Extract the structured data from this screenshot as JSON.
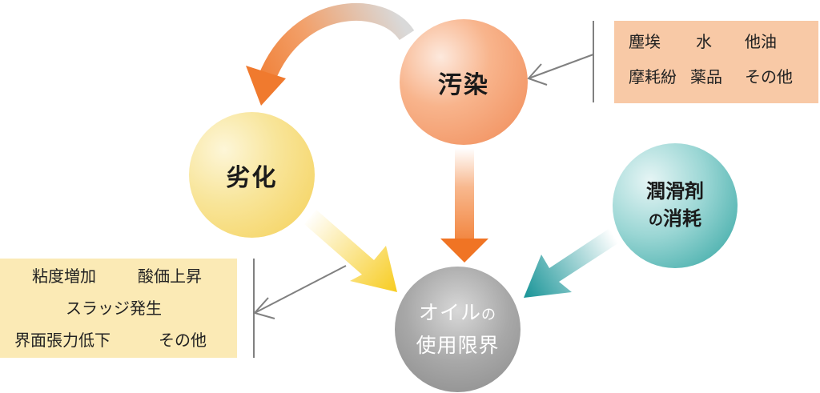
{
  "nodes": {
    "pollution": {
      "label": "汚染"
    },
    "degradation": {
      "label": "劣化"
    },
    "consumption": {
      "line1": "潤滑剤",
      "line2_small": "の",
      "line2_main": "消耗"
    },
    "limit": {
      "line1_main": "オイル",
      "line1_small": "の",
      "line2": "使用限界"
    }
  },
  "contaminants_box": {
    "row1": [
      "塵埃",
      "水",
      "他油"
    ],
    "row2": [
      "摩耗紛",
      "薬品",
      "その他"
    ]
  },
  "deterioration_box": {
    "row1": [
      "粘度増加",
      "酸価上昇"
    ],
    "row2": "スラッジ発生",
    "row3": [
      "界面張力低下",
      "その他"
    ]
  },
  "colors": {
    "orange": "#f2772c",
    "yellow": "#f7cf2a",
    "teal": "#1c9a9a",
    "gray_line": "#808080"
  }
}
